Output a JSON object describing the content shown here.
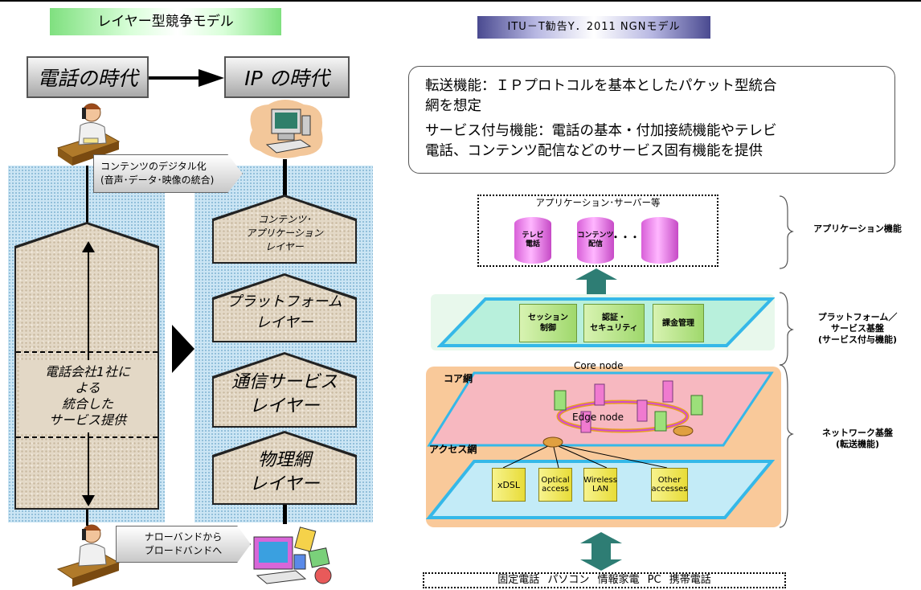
{
  "left_title": "レイヤー型競争モデル",
  "right_title": "ITU－T勧告Y．2011 NGNモデル",
  "era_phone": "電話の時代",
  "era_ip": "IP の時代",
  "callout_digital": [
    "コンテンツのデジタル化",
    "(音声･データ･映像の統合)"
  ],
  "callout_broadband": [
    "ナローバンドから",
    "ブロードバンドへ"
  ],
  "phone_company_text": [
    "電話会社1社に",
    "よる",
    "統合した",
    "サービス提供"
  ],
  "layers": [
    [
      "コンテンツ･",
      "アプリケーション",
      "レイヤー"
    ],
    [
      "プラットフォーム",
      "レイヤー"
    ],
    [
      "通信サービス",
      "レイヤー"
    ],
    [
      "物理網",
      "レイヤー"
    ]
  ],
  "desc_lines": [
    "転送機能：ＩＰプロトコルを基本としたパケット型統合",
    "網を想定",
    "サービス付与機能：電話の基本・付加接続機能やテレビ",
    "電話、コンテンツ配信などのサービス固有機能を提供"
  ],
  "app_servers_label": "アプリケーション･サーバー等",
  "app_items": [
    [
      "テレビ",
      "電話"
    ],
    [
      "コンテンツ",
      "配信"
    ],
    [
      "・・・・・・"
    ]
  ],
  "platform_items": [
    [
      "セッション",
      "制御"
    ],
    [
      "認証・",
      "セキュリティ"
    ],
    [
      "課金管理"
    ]
  ],
  "core_net_label": "コア網",
  "access_net_label": "アクセス網",
  "core_node_label": "Core node",
  "edge_node_label": "Edge node",
  "access_items": [
    [
      "xDSL"
    ],
    [
      "Optical",
      "access"
    ],
    [
      "Wireless",
      "LAN"
    ],
    [
      "Other",
      "accesses"
    ]
  ],
  "terminals_label": "固定電話 パソコン 情報家電 PC 携帯電話",
  "right_labels": {
    "app": [
      "アプリケーション機能"
    ],
    "platform": [
      "プラットフォーム／",
      "サービス基盤",
      "(サービス付与機能)"
    ],
    "network": [
      "ネットワーク基盤",
      "(転送機能)"
    ]
  },
  "colors": {
    "panel_blue": "#cbe5f4",
    "platform_plane": "#b8f0dc",
    "network_bg": "#f9c99a",
    "core_plane": "#f7b8c0",
    "access_plane": "#c3ebf7",
    "teal_arrow": "#2e7d74",
    "cylinder": "#ef8def"
  }
}
